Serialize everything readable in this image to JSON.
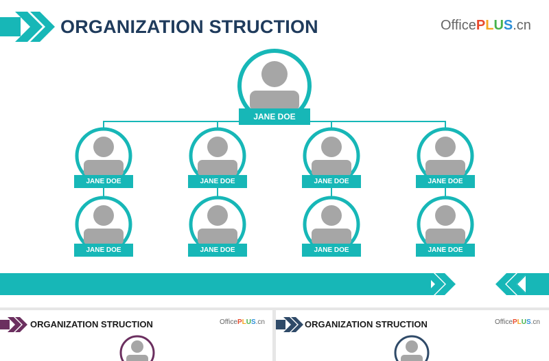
{
  "main_slide": {
    "title": "ORGANIZATION STRUCTION",
    "brand": {
      "office": "Office",
      "plus": "PLUS",
      "cn": ".cn"
    },
    "root": {
      "name": "JANE DOE"
    },
    "columns": [
      {
        "members": [
          {
            "name": "JANE DOE"
          },
          {
            "name": "JANE DOE"
          }
        ]
      },
      {
        "members": [
          {
            "name": "JANE DOE"
          },
          {
            "name": "JANE DOE"
          }
        ]
      },
      {
        "members": [
          {
            "name": "JANE DOE"
          },
          {
            "name": "JANE DOE"
          }
        ]
      },
      {
        "members": [
          {
            "name": "JANE DOE"
          },
          {
            "name": "JANE DOE"
          }
        ]
      }
    ]
  },
  "thumbnails": [
    {
      "title": "ORGANIZATION STRUCTION",
      "brand": {
        "office": "Office",
        "plus": "PLUS",
        "cn": ".cn"
      },
      "accent": "#6b2f5f"
    },
    {
      "title": "ORGANIZATION STRUCTION",
      "brand": {
        "office": "Office",
        "plus": "PLUS",
        "cn": ".cn"
      },
      "accent": "#2f4a68"
    }
  ],
  "colors": {
    "teal": "#17b7b7",
    "navy_title": "#1f3b5c",
    "avatar_gray": "#a6a6a6",
    "brand_gray": "#666666",
    "brand_plus_o": "#e84a2e",
    "brand_plus_l": "#f5a623",
    "brand_plus_u": "#46b24b",
    "brand_plus_s": "#2c8fd8"
  }
}
